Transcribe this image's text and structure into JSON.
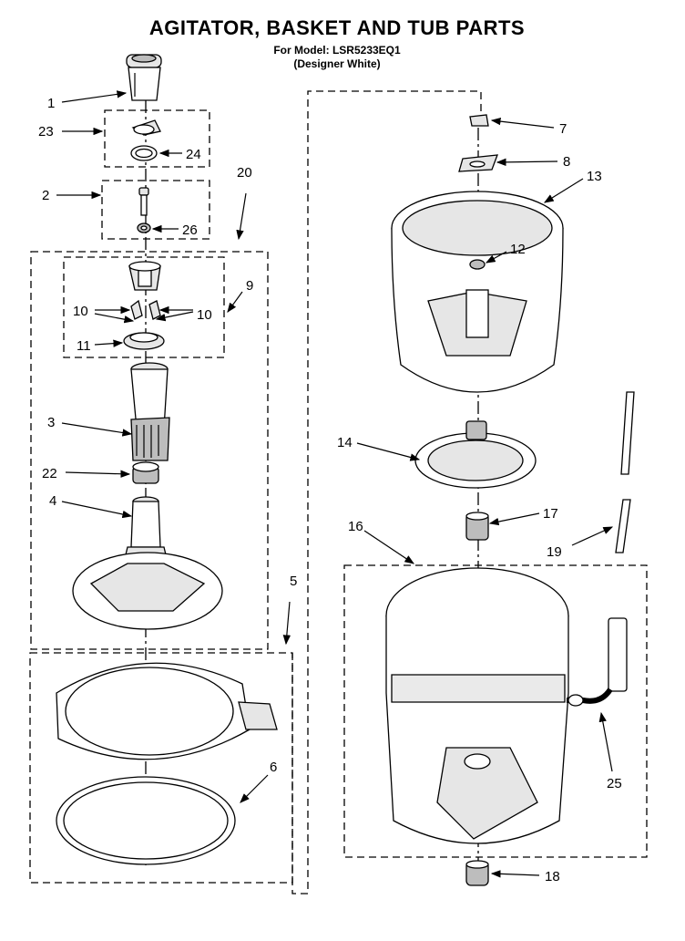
{
  "header": {
    "title": "AGITATOR, BASKET AND TUB PARTS",
    "model_line": "For Model: LSR5233EQ1",
    "color_line": "(Designer White)"
  },
  "callouts": [
    "1",
    "23",
    "24",
    "2",
    "26",
    "20",
    "9",
    "10",
    "10",
    "11",
    "3",
    "22",
    "4",
    "5",
    "6",
    "7",
    "8",
    "13",
    "12",
    "14",
    "17",
    "16",
    "19",
    "25",
    "18"
  ]
}
